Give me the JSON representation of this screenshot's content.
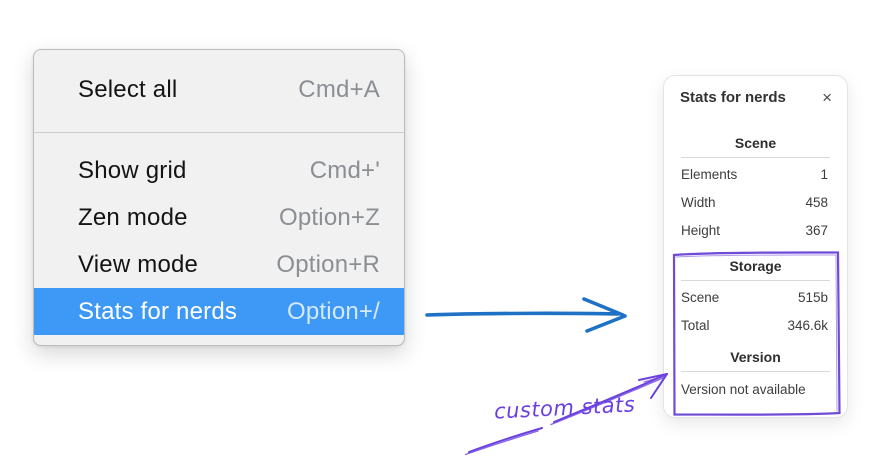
{
  "context_menu": {
    "items": [
      {
        "label": "Select all",
        "shortcut": "Cmd+A"
      },
      {
        "label": "Show grid",
        "shortcut": "Cmd+'"
      },
      {
        "label": "Zen mode",
        "shortcut": "Option+Z"
      },
      {
        "label": "View mode",
        "shortcut": "Option+R"
      },
      {
        "label": "Stats for nerds",
        "shortcut": "Option+/"
      }
    ],
    "highlighted_item": "Stats for nerds",
    "highlight_color": "#3d99f5"
  },
  "stats_panel": {
    "title": "Stats for nerds",
    "close_icon": "×",
    "scene_section": {
      "heading": "Scene",
      "rows": [
        {
          "label": "Elements",
          "value": "1"
        },
        {
          "label": "Width",
          "value": "458"
        },
        {
          "label": "Height",
          "value": "367"
        }
      ]
    },
    "storage_section": {
      "heading": "Storage",
      "rows": [
        {
          "label": "Scene",
          "value": "515b"
        },
        {
          "label": "Total",
          "value": "346.6k"
        }
      ]
    },
    "version_section": {
      "heading": "Version",
      "note": "Version not available"
    }
  },
  "annotations": {
    "custom_stats_label": "custom stats",
    "flow_arrow_color": "#1f71c6",
    "annotation_color": "#6c42df",
    "highlight_box_color": "#6f4bd8"
  }
}
